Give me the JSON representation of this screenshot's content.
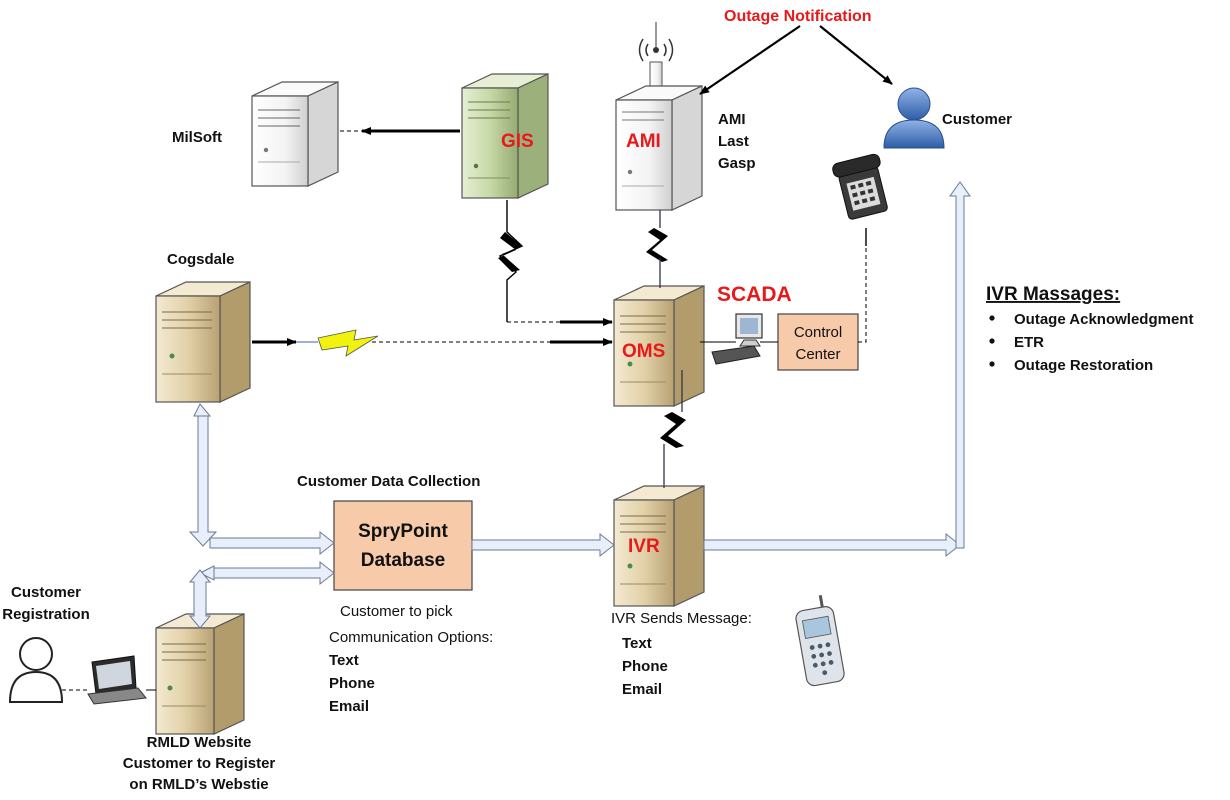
{
  "labels": {
    "outage_notification": "Outage Notification",
    "customer": "Customer",
    "milsoft": "MilSoft",
    "gis": "GIS",
    "ami": "AMI",
    "ami_side_1": "AMI",
    "ami_side_2": "Last",
    "ami_side_3": "Gasp",
    "cogsdale": "Cogsdale",
    "scada": "SCADA",
    "oms": "OMS",
    "control_center_1": "Control",
    "control_center_2": "Center",
    "customer_data_collection": "Customer Data Collection",
    "sprypoint_1": "SpryPoint",
    "sprypoint_2": "Database",
    "ivr": "IVR",
    "customer_registration_1": "Customer",
    "customer_registration_2": "Registration",
    "rmld_1": "RMLD Website",
    "rmld_2": "Customer to Register",
    "rmld_3": "on RMLD’s Webstie",
    "pick_1": "Customer to pick",
    "pick_2": "Communication Options:",
    "pick_3": "Text",
    "pick_4": "Phone",
    "pick_5": "Email",
    "ivr_sends_1": "IVR Sends Message:",
    "ivr_sends_2": "Text",
    "ivr_sends_3": "Phone",
    "ivr_sends_4": "Email"
  },
  "ivr_messages": {
    "title": "IVR Massages:",
    "items": [
      "Outage Acknowledgment",
      "ETR",
      "Outage Restoration"
    ]
  },
  "colors": {
    "red_label": "#e8191a",
    "box_fill": "#f7cbaa",
    "server_tan": "#e3d3ae",
    "server_green": "#c6d9a8",
    "lightning_yellow": "#f2f20f",
    "customer_blue": "#4f7fc0"
  }
}
